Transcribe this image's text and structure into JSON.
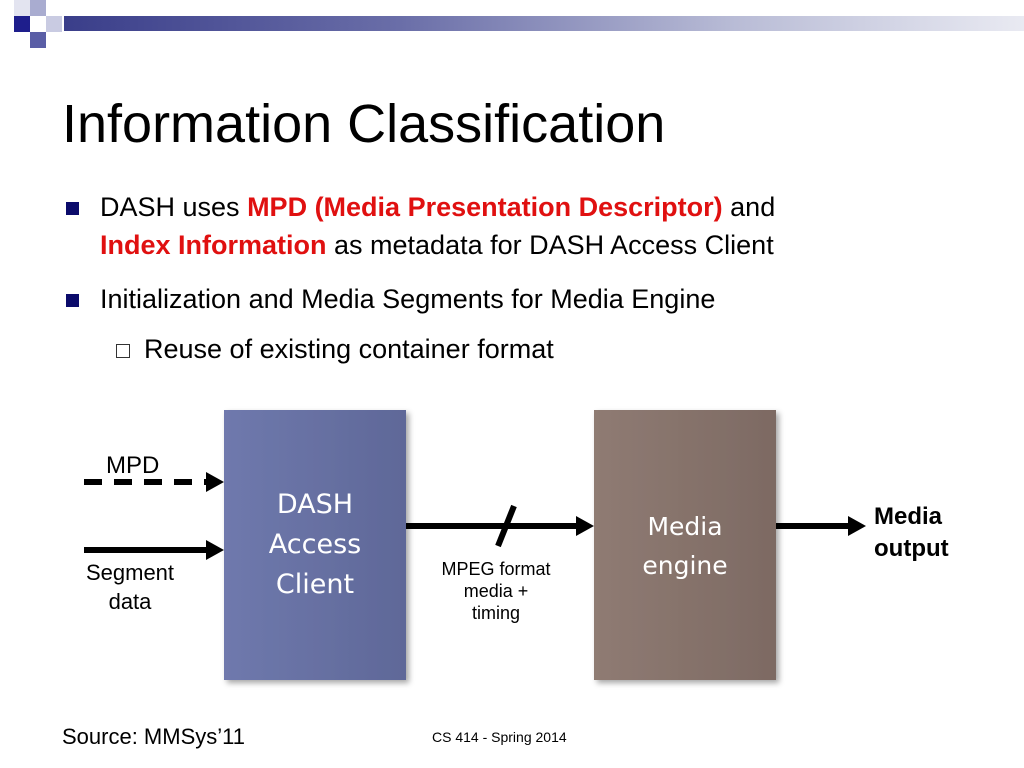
{
  "slide": {
    "title": "Information Classification",
    "bullets": [
      {
        "parts": [
          {
            "text": "DASH uses ",
            "style": "normal"
          },
          {
            "text": "MPD (Media Presentation Descriptor)",
            "style": "emphasis"
          },
          {
            "text": " and ",
            "style": "normal"
          },
          {
            "text": "Index Information",
            "style": "emphasis"
          },
          {
            "text": " as metadata for DASH Access Client",
            "style": "normal"
          }
        ]
      },
      {
        "text": "Initialization and Media Segments for Media Engine",
        "sub": [
          "Reuse of existing container format"
        ]
      }
    ],
    "colors": {
      "emphasis": "#e01010",
      "accent": "#0b0b6b"
    }
  },
  "diagram": {
    "inputs": {
      "mpd": "MPD",
      "segment_line1": "Segment",
      "segment_line2": "data"
    },
    "dash_client": {
      "line1": "DASH",
      "line2": "Access",
      "line3": "Client",
      "color": "#6f79ad"
    },
    "link": {
      "line1": "MPEG format",
      "line2": "media +",
      "line3": "timing"
    },
    "media_engine": {
      "line1": "Media",
      "line2": "engine",
      "color": "#8c7870"
    },
    "output": {
      "line1": "Media",
      "line2": "output"
    }
  },
  "footer": {
    "source": "Source: MMSys’11",
    "course": "CS 414 - Spring 2014"
  }
}
